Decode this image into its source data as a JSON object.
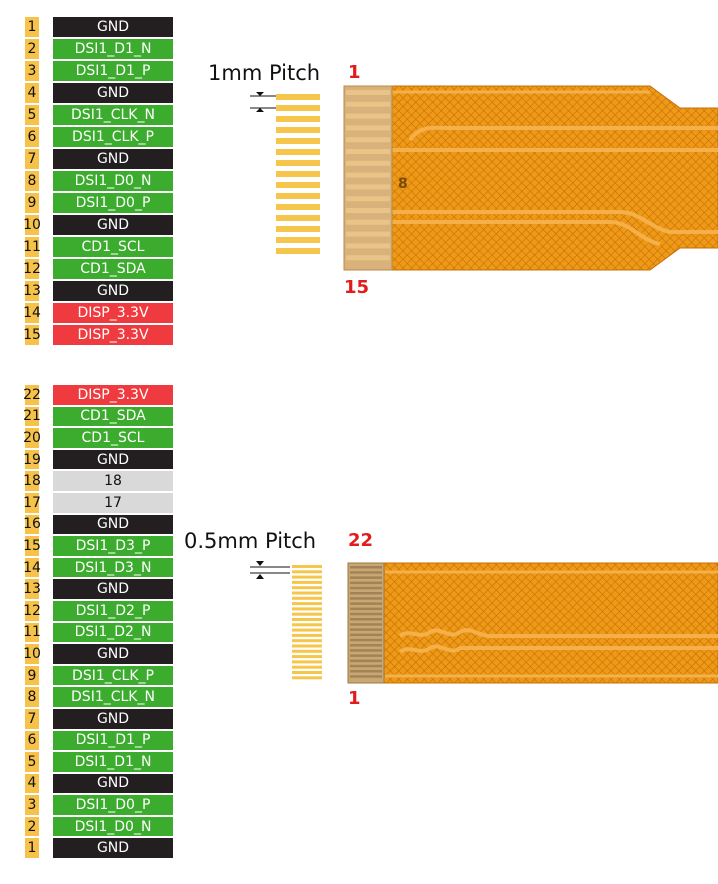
{
  "colors": {
    "gnd": "#231f20",
    "signal": "#3cac2e",
    "power": "#ef3b40",
    "nc": "#d9d9d9",
    "pin_number_bg": "#f6c24a",
    "gold_pad": "#f5c64b",
    "cable": "#ee9a16",
    "marker": "#e21b1b"
  },
  "top": {
    "pitch_label": "1mm Pitch",
    "first_pin_marker": "1",
    "last_pin_marker": "15",
    "pins": [
      {
        "num": "1",
        "label": "GND",
        "type": "gnd"
      },
      {
        "num": "2",
        "label": "DSI1_D1_N",
        "type": "sig"
      },
      {
        "num": "3",
        "label": "DSI1_D1_P",
        "type": "sig"
      },
      {
        "num": "4",
        "label": "GND",
        "type": "gnd"
      },
      {
        "num": "5",
        "label": "DSI1_CLK_N",
        "type": "sig"
      },
      {
        "num": "6",
        "label": "DSI1_CLK_P",
        "type": "sig"
      },
      {
        "num": "7",
        "label": "GND",
        "type": "gnd"
      },
      {
        "num": "8",
        "label": "DSI1_D0_N",
        "type": "sig"
      },
      {
        "num": "9",
        "label": "DSI1_D0_P",
        "type": "sig"
      },
      {
        "num": "10",
        "label": "GND",
        "type": "gnd"
      },
      {
        "num": "11",
        "label": "CD1_SCL",
        "type": "sig"
      },
      {
        "num": "12",
        "label": "CD1_SDA",
        "type": "sig"
      },
      {
        "num": "13",
        "label": "GND",
        "type": "gnd"
      },
      {
        "num": "14",
        "label": "DISP_3.3V",
        "type": "pwr"
      },
      {
        "num": "15",
        "label": "DISP_3.3V",
        "type": "pwr"
      }
    ]
  },
  "bottom": {
    "pitch_label": "0.5mm Pitch",
    "first_pin_marker": "22",
    "last_pin_marker": "1",
    "pins": [
      {
        "num": "22",
        "label": "DISP_3.3V",
        "type": "pwr"
      },
      {
        "num": "21",
        "label": "CD1_SDA",
        "type": "sig"
      },
      {
        "num": "20",
        "label": "CD1_SCL",
        "type": "sig"
      },
      {
        "num": "19",
        "label": "GND",
        "type": "gnd"
      },
      {
        "num": "18",
        "label": "18",
        "type": "nc"
      },
      {
        "num": "17",
        "label": "17",
        "type": "nc"
      },
      {
        "num": "16",
        "label": "GND",
        "type": "gnd"
      },
      {
        "num": "15",
        "label": "DSI1_D3_P",
        "type": "sig"
      },
      {
        "num": "14",
        "label": "DSI1_D3_N",
        "type": "sig"
      },
      {
        "num": "13",
        "label": "GND",
        "type": "gnd"
      },
      {
        "num": "12",
        "label": "DSI1_D2_P",
        "type": "sig"
      },
      {
        "num": "11",
        "label": "DSI1_D2_N",
        "type": "sig"
      },
      {
        "num": "10",
        "label": "GND",
        "type": "gnd"
      },
      {
        "num": "9",
        "label": "DSI1_CLK_P",
        "type": "sig"
      },
      {
        "num": "8",
        "label": "DSI1_CLK_N",
        "type": "sig"
      },
      {
        "num": "7",
        "label": "GND",
        "type": "gnd"
      },
      {
        "num": "6",
        "label": "DSI1_D1_P",
        "type": "sig"
      },
      {
        "num": "5",
        "label": "DSI1_D1_N",
        "type": "sig"
      },
      {
        "num": "4",
        "label": "GND",
        "type": "gnd"
      },
      {
        "num": "3",
        "label": "DSI1_D0_P",
        "type": "sig"
      },
      {
        "num": "2",
        "label": "DSI1_D0_N",
        "type": "sig"
      },
      {
        "num": "1",
        "label": "GND",
        "type": "gnd"
      }
    ]
  }
}
